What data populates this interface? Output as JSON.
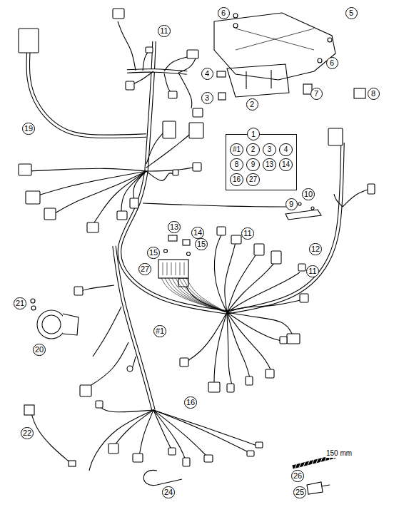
{
  "diagram": {
    "nodes": [
      {
        "text": [
          "1",
          "#1",
          "2",
          "3",
          "4",
          "8",
          "9",
          "13",
          "14",
          "16",
          "27"
        ]
      }
    ],
    "edges": [],
    "labels": [
      "11",
      "6",
      "5",
      "6",
      "4",
      "3",
      "2",
      "7",
      "8",
      "19",
      "10",
      "9",
      "13",
      "14",
      "11",
      "15",
      "15",
      "12",
      "27",
      "11",
      "#1",
      "21",
      "20",
      "16",
      "22",
      "26",
      "150 mm",
      "25",
      "24"
    ]
  }
}
